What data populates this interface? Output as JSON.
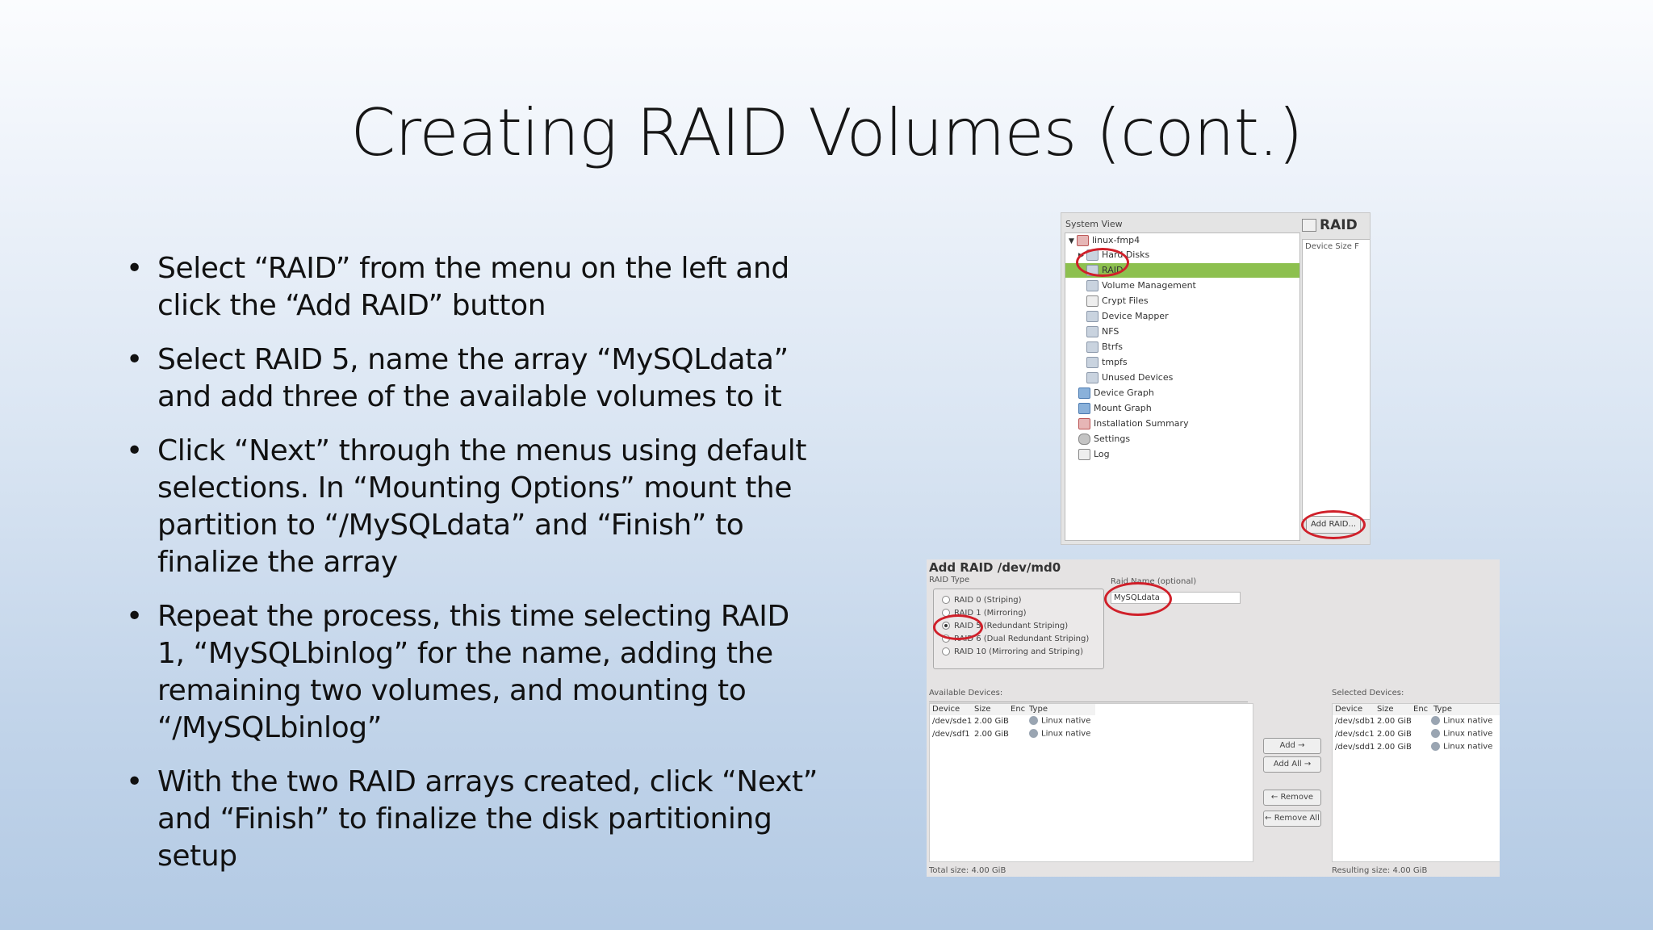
{
  "slide": {
    "title": "Creating RAID Volumes (cont.)",
    "bullets": [
      "Select “RAID” from the menu on the left and click the “Add RAID” button",
      "Select RAID 5, name the array “MySQLdata” and add three of the available volumes to it",
      "Click “Next” through the menus using default selections. In “Mounting Options” mount the partition to “/MySQLdata” and “Finish” to finalize the array",
      "Repeat the process, this time selecting RAID 1, “MySQLbinlog” for the name, adding the remaining two volumes, and mounting to “/MySQLbinlog”",
      "With the two RAID arrays created, click “Next” and “Finish” to finalize the disk partitioning setup"
    ]
  },
  "system_view": {
    "label": "System View",
    "items": [
      {
        "label": "linux-fmp4"
      },
      {
        "label": "Hard Disks"
      },
      {
        "label": "RAID"
      },
      {
        "label": "Volume Management"
      },
      {
        "label": "Crypt Files"
      },
      {
        "label": "Device Mapper"
      },
      {
        "label": "NFS"
      },
      {
        "label": "Btrfs"
      },
      {
        "label": "tmpfs"
      },
      {
        "label": "Unused Devices"
      },
      {
        "label": "Device Graph"
      },
      {
        "label": "Mount Graph"
      },
      {
        "label": "Installation Summary"
      },
      {
        "label": "Settings"
      },
      {
        "label": "Log"
      }
    ],
    "raid_panel": {
      "title": "RAID",
      "columns": "Device  Size  F",
      "add_button": "Add RAID..."
    }
  },
  "add_raid": {
    "title": "Add RAID /dev/md0",
    "raid_type_label": "RAID Type",
    "raid_types": [
      {
        "label": "RAID 0  (Striping)",
        "selected": false
      },
      {
        "label": "RAID 1  (Mirroring)",
        "selected": false
      },
      {
        "label": "RAID 5  (Redundant Striping)",
        "selected": true
      },
      {
        "label": "RAID 6  (Dual Redundant Striping)",
        "selected": false
      },
      {
        "label": "RAID 10  (Mirroring and Striping)",
        "selected": false
      }
    ],
    "raid_name_label": "Raid Name (optional)",
    "raid_name_value": "MySQLdata",
    "available_label": "Available Devices:",
    "available_columns": {
      "device": "Device",
      "size": "Size",
      "enc": "Enc",
      "type": "Type"
    },
    "available_rows": [
      {
        "device": "/dev/sde1",
        "size": "2.00 GiB",
        "type": "Linux native"
      },
      {
        "device": "/dev/sdf1",
        "size": "2.00 GiB",
        "type": "Linux native"
      }
    ],
    "selected_label": "Selected Devices:",
    "selected_columns": {
      "device": "Device",
      "size": "Size",
      "enc": "Enc",
      "type": "Type"
    },
    "selected_rows": [
      {
        "device": "/dev/sdb1",
        "size": "2.00 GiB",
        "type": "Linux native"
      },
      {
        "device": "/dev/sdc1",
        "size": "2.00 GiB",
        "type": "Linux native"
      },
      {
        "device": "/dev/sdd1",
        "size": "2.00 GiB",
        "type": "Linux native"
      }
    ],
    "buttons": {
      "add": "Add →",
      "add_all": "Add All →",
      "remove": "← Remove",
      "remove_all": "← Remove All"
    },
    "total_size": "Total size: 4.00 GiB",
    "resulting_size": "Resulting size: 4.00 GiB"
  }
}
